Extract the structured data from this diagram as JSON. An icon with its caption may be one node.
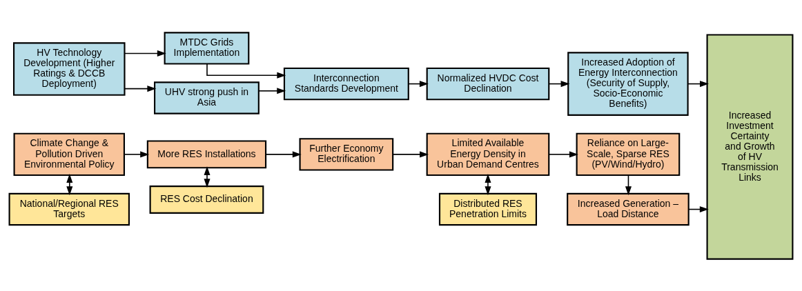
{
  "diagram": {
    "nodes": [
      {
        "text": [
          "HV Technology Development (Higher Ratings & DCCB Deployment)"
        ]
      },
      {
        "text": [
          "MTDC Grids Implementation"
        ]
      },
      {
        "text": [
          "UHV strong push in Asia"
        ]
      },
      {
        "text": [
          "Interconnection Standards Development"
        ]
      },
      {
        "text": [
          "Normalized HVDC Cost Declination"
        ]
      },
      {
        "text": [
          "Increased Adoption of Energy Interconnection (Security of Supply, Socio-Economic Benefits)"
        ]
      },
      {
        "text": [
          "Increased Investment Certainty and Growth of HV Transmission Links"
        ]
      },
      {
        "text": [
          "Climate Change & Pollution Driven Environmental Policy"
        ]
      },
      {
        "text": [
          "More RES Installations"
        ]
      },
      {
        "text": [
          "Further Economy Electrification"
        ]
      },
      {
        "text": [
          "Limited Available Energy Density in Urban Demand Centres"
        ]
      },
      {
        "text": [
          "Reliance on Large-Scale, Sparse RES (PV/Wind/Hydro)"
        ]
      },
      {
        "text": [
          "National/Regional RES Targets"
        ]
      },
      {
        "text": [
          "RES Cost Declination"
        ]
      },
      {
        "text": [
          "Distributed RES Penetration Limits"
        ]
      },
      {
        "text": [
          "Increased Generation – Load Distance"
        ]
      }
    ],
    "edges": [
      {
        "from": 0,
        "to": 1,
        "arrow": "to"
      },
      {
        "from": 0,
        "to": 2,
        "arrow": "to"
      },
      {
        "from": 1,
        "to": 3,
        "arrow": "to"
      },
      {
        "from": 2,
        "to": 3,
        "arrow": "to"
      },
      {
        "from": 3,
        "to": 4,
        "arrow": "to"
      },
      {
        "from": 4,
        "to": 5,
        "arrow": "to"
      },
      {
        "from": 5,
        "to": 6,
        "arrow": "to"
      },
      {
        "from": 7,
        "to": 8,
        "arrow": "to"
      },
      {
        "from": 8,
        "to": 9,
        "arrow": "to"
      },
      {
        "from": 9,
        "to": 10,
        "arrow": "to"
      },
      {
        "from": 10,
        "to": 11,
        "arrow": "to"
      },
      {
        "from": 7,
        "to": 12,
        "arrow": "both"
      },
      {
        "from": 8,
        "to": 13,
        "arrow": "both"
      },
      {
        "from": 10,
        "to": 14,
        "arrow": "both"
      },
      {
        "from": 11,
        "to": 15,
        "arrow": "to"
      },
      {
        "from": 15,
        "to": 6,
        "arrow": "to"
      }
    ]
  }
}
